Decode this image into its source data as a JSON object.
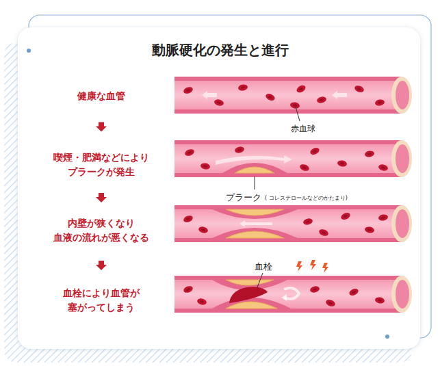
{
  "diagram": {
    "title": "動脈硬化の発生と進行",
    "nodes": [
      {
        "text": [
          "健康な血管"
        ]
      },
      {
        "text": [
          "喫煙・肥満などにより プラークが発生"
        ]
      },
      {
        "text": [
          "内壁が狭くなり 血液の流れが悪くなる"
        ]
      },
      {
        "text": [
          "血栓により血管が 塞がってしまう"
        ]
      }
    ],
    "edges": [
      {
        "from": 0,
        "to": 1,
        "arrow": "to"
      },
      {
        "from": 1,
        "to": 2,
        "arrow": "to"
      },
      {
        "from": 2,
        "to": 3,
        "arrow": "to"
      }
    ],
    "labels": [
      "赤血球",
      "プラーク",
      "( コレステロールなどのかたまり)",
      "血栓"
    ]
  }
}
